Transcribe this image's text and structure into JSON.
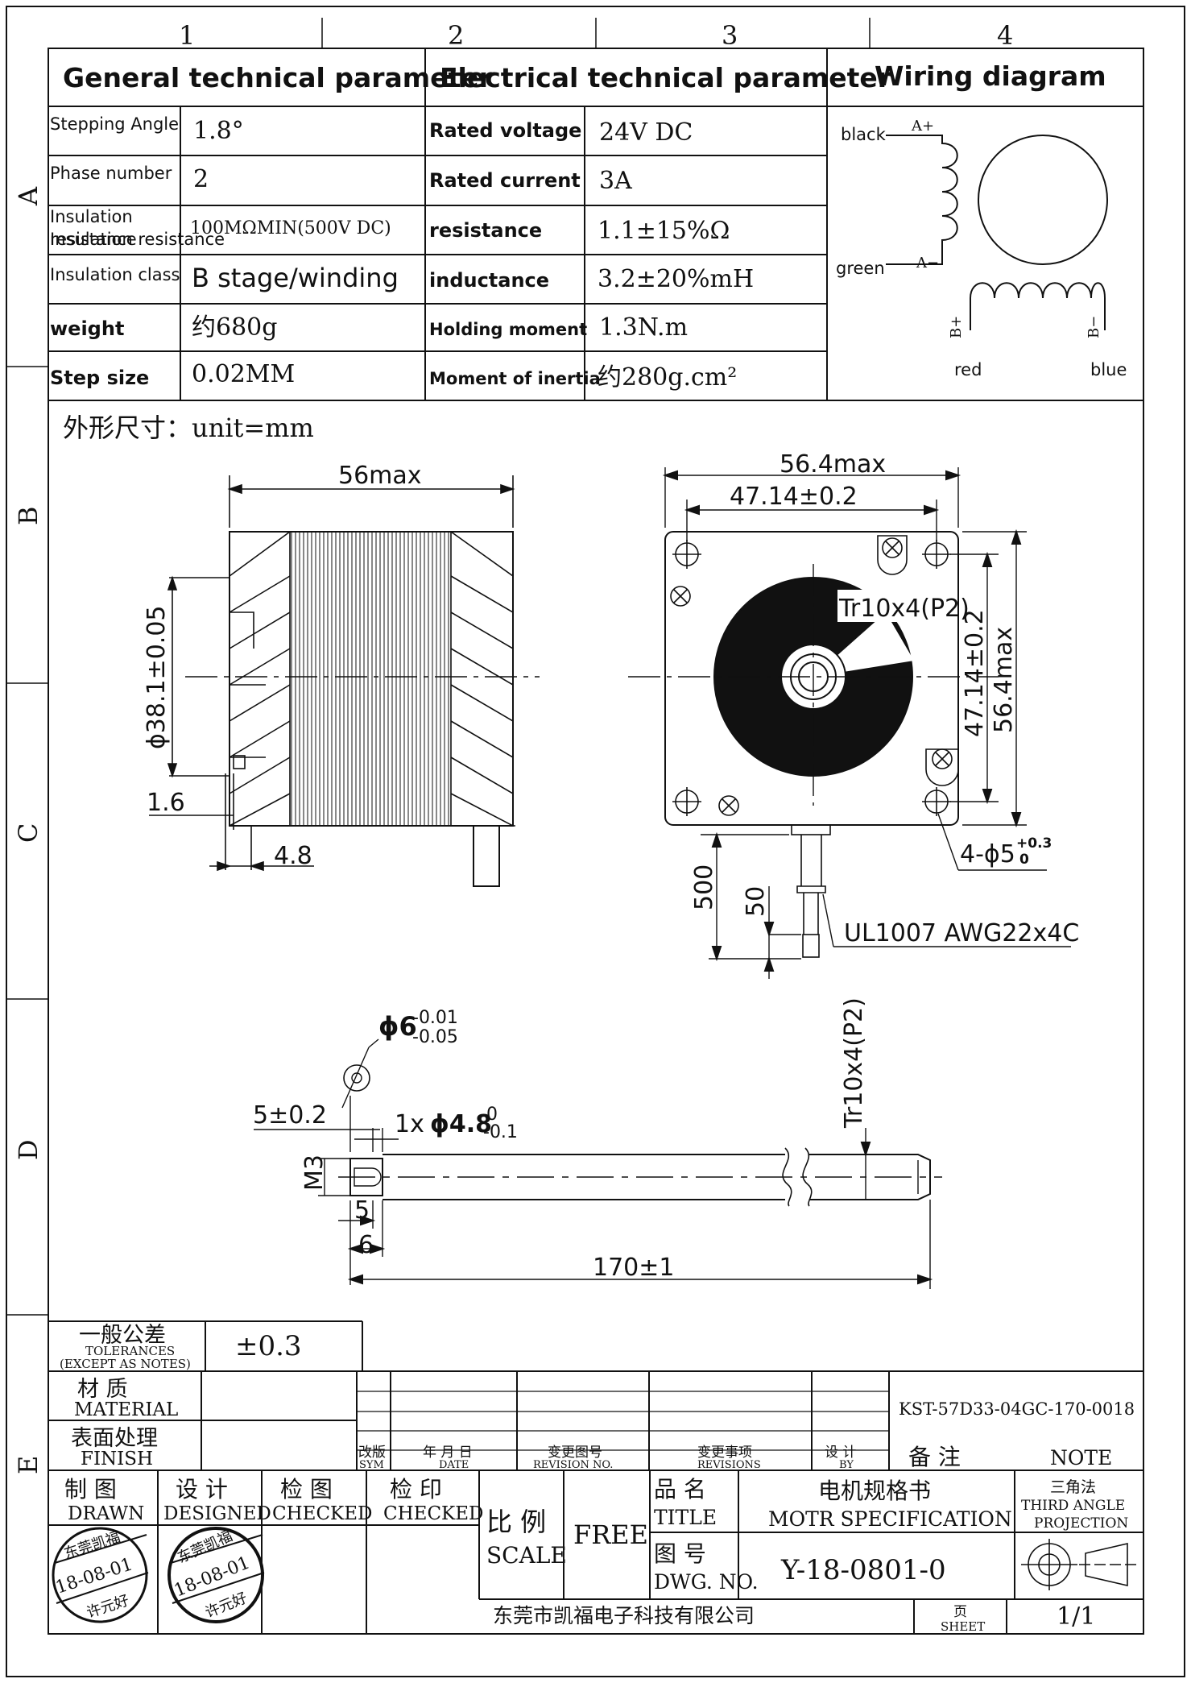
{
  "zone_columns": [
    "1",
    "2",
    "3",
    "4"
  ],
  "zone_rows": [
    "A",
    "B",
    "C",
    "D",
    "E"
  ],
  "general": {
    "header": "General technical parameter",
    "rows": [
      {
        "label": "Stepping Angle",
        "value": "1.8°"
      },
      {
        "label": "Phase number",
        "value": "2"
      },
      {
        "label": "Insulation resistance",
        "value": "100MΩMIN(500V DC)"
      },
      {
        "label": "Insulation class",
        "value": "B stage/winding"
      },
      {
        "label": "weight",
        "value": "约680g"
      },
      {
        "label": "Step size",
        "value": "0.02MM"
      }
    ]
  },
  "electrical": {
    "header": "Electrical technical parameter",
    "rows": [
      {
        "label": "Rated voltage",
        "value": "24V DC"
      },
      {
        "label": "Rated current",
        "value": "3A"
      },
      {
        "label": "resistance",
        "value": "1.1±15%Ω"
      },
      {
        "label": "inductance",
        "value": "3.2±20%mH"
      },
      {
        "label": "Holding moment",
        "value": "1.3N.m"
      },
      {
        "label": "Moment of inertia",
        "value": "约280g.cm²"
      }
    ]
  },
  "wiring": {
    "header": "Wiring diagram",
    "black": "black",
    "green": "green",
    "red": "red",
    "blue": "blue",
    "a_plus": "A+",
    "a_minus": "A−",
    "b_plus": "B+",
    "b_minus": "B−"
  },
  "drawing": {
    "unit_note": "外形尺寸：unit=mm",
    "side_width": "56max",
    "side_dia": "ϕ38.1±0.05",
    "side_1_6": "1.6",
    "side_4_8": "4.8",
    "front_max": "56.4max",
    "front_pitch": "47.14±0.2",
    "front_pitch_v": "47.14±0.2",
    "front_max_v": "56.4max",
    "thread": "Tr10x4(P2)",
    "holes": "4-ϕ5",
    "holes_tol_up": "+0.3",
    "holes_tol_low": "0",
    "lead_500": "500",
    "lead_50": "50",
    "cable": "UL1007 AWG22x4C",
    "shaft_dia": "ϕ6",
    "shaft_dia_up": "-0.01",
    "shaft_dia_low": "-0.05",
    "shaft_5": "5±0.2",
    "shaft_1x": "1x",
    "shaft_48": "ϕ4.8",
    "shaft_48_up": "0",
    "shaft_48_low": "-0.1",
    "shaft_m3": "M3",
    "shaft_d5": "5",
    "shaft_d6": "6",
    "shaft_len": "170±1",
    "shaft_thread": "Tr10x4(P2)"
  },
  "title_block": {
    "tol_cn": "一般公差",
    "tol_en": "TOLERANCES",
    "tol_en2": "(EXCEPT AS NOTES)",
    "tol_val": "±0.3",
    "mat_cn": "材 质",
    "mat_en": "MATERIAL",
    "fin_cn": "表面处理",
    "fin_en": "FINISH",
    "rev_cn": "改版",
    "rev_en": "SYM",
    "date_cn": "年 月 日",
    "date_en": "DATE",
    "revno_cn": "变更图号",
    "revno_en": "REVISION NO.",
    "revs_cn": "变更事项",
    "revs_en": "REVISIONS",
    "by_cn": "设 计",
    "by_en": "BY",
    "note_cn": "备 注",
    "note_en": "NOTE",
    "part_no": "KST-57D33-04GC-170-0018",
    "drawn_cn": "制 图",
    "drawn_en": "DRAWN",
    "designed_cn": "设 计",
    "designed_en": "DESIGNED",
    "checked1_cn": "检 图",
    "checked1_en": "CHECKED",
    "checked2_cn": "检 印",
    "checked2_en": "CHECKED",
    "scale_cn": "比 例",
    "scale_en": "SCALE",
    "scale_val": "FREE",
    "title_cn": "品 名",
    "title_en": "TITLE",
    "title_val_cn": "电机规格书",
    "title_val_en": "MOTR SPECIFICATION",
    "proj_cn": "三角法",
    "proj_en1": "THIRD ANGLE",
    "proj_en2": "PROJECTION",
    "dwg_cn": "图 号",
    "dwg_en": "DWG. NO.",
    "dwg_val": "Y-18-0801-0",
    "company": "东莞市凯福电子科技有限公司",
    "sheet_cn": "页",
    "sheet_en": "SHEET",
    "sheet_val": "1/1",
    "stamp_top": "东莞凯福",
    "stamp_date": "18-08-01",
    "stamp_name": "许元好"
  }
}
